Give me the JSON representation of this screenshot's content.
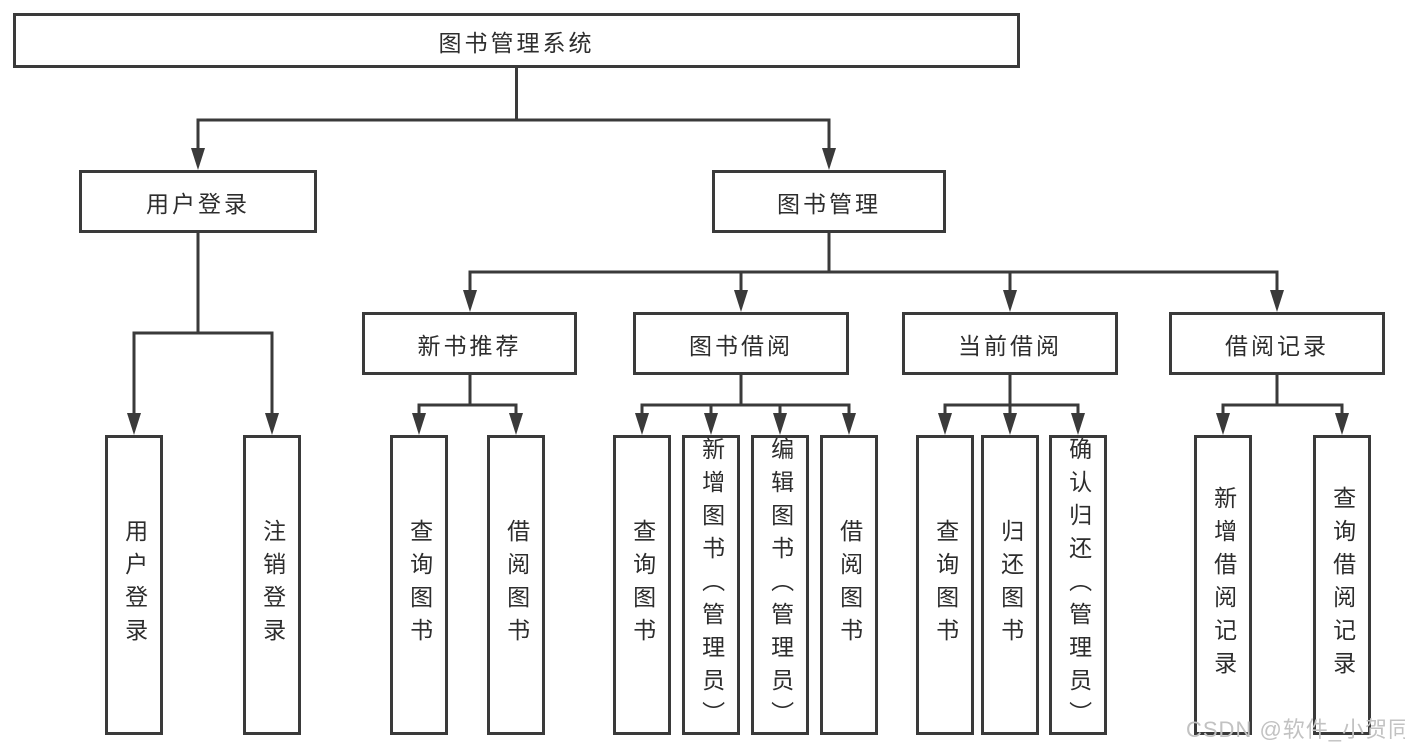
{
  "root": {
    "label": "图书管理系统"
  },
  "level1": {
    "user_login": {
      "label": "用户登录"
    },
    "book_mgmt": {
      "label": "图书管理"
    }
  },
  "level2": {
    "new_book": {
      "label": "新书推荐"
    },
    "borrow": {
      "label": "图书借阅"
    },
    "current": {
      "label": "当前借阅"
    },
    "records": {
      "label": "借阅记录"
    }
  },
  "leaves": {
    "user_login": [
      "用户登录",
      "注销登录"
    ],
    "new_book": [
      "查询图书",
      "借阅图书"
    ],
    "borrow": [
      "查询图书",
      "新增图书（管理员）",
      "编辑图书（管理员）",
      "借阅图书"
    ],
    "current": [
      "查询图书",
      "归还图书",
      "确认归还（管理员）"
    ],
    "records": [
      "新增借阅记录",
      "查询借阅记录"
    ]
  },
  "watermark": "CSDN @软件_小贺同学",
  "colors": {
    "line": "#3a3a3a",
    "text": "#2d2d2d",
    "background": "#ffffff",
    "watermark": "#c2c2c2"
  }
}
